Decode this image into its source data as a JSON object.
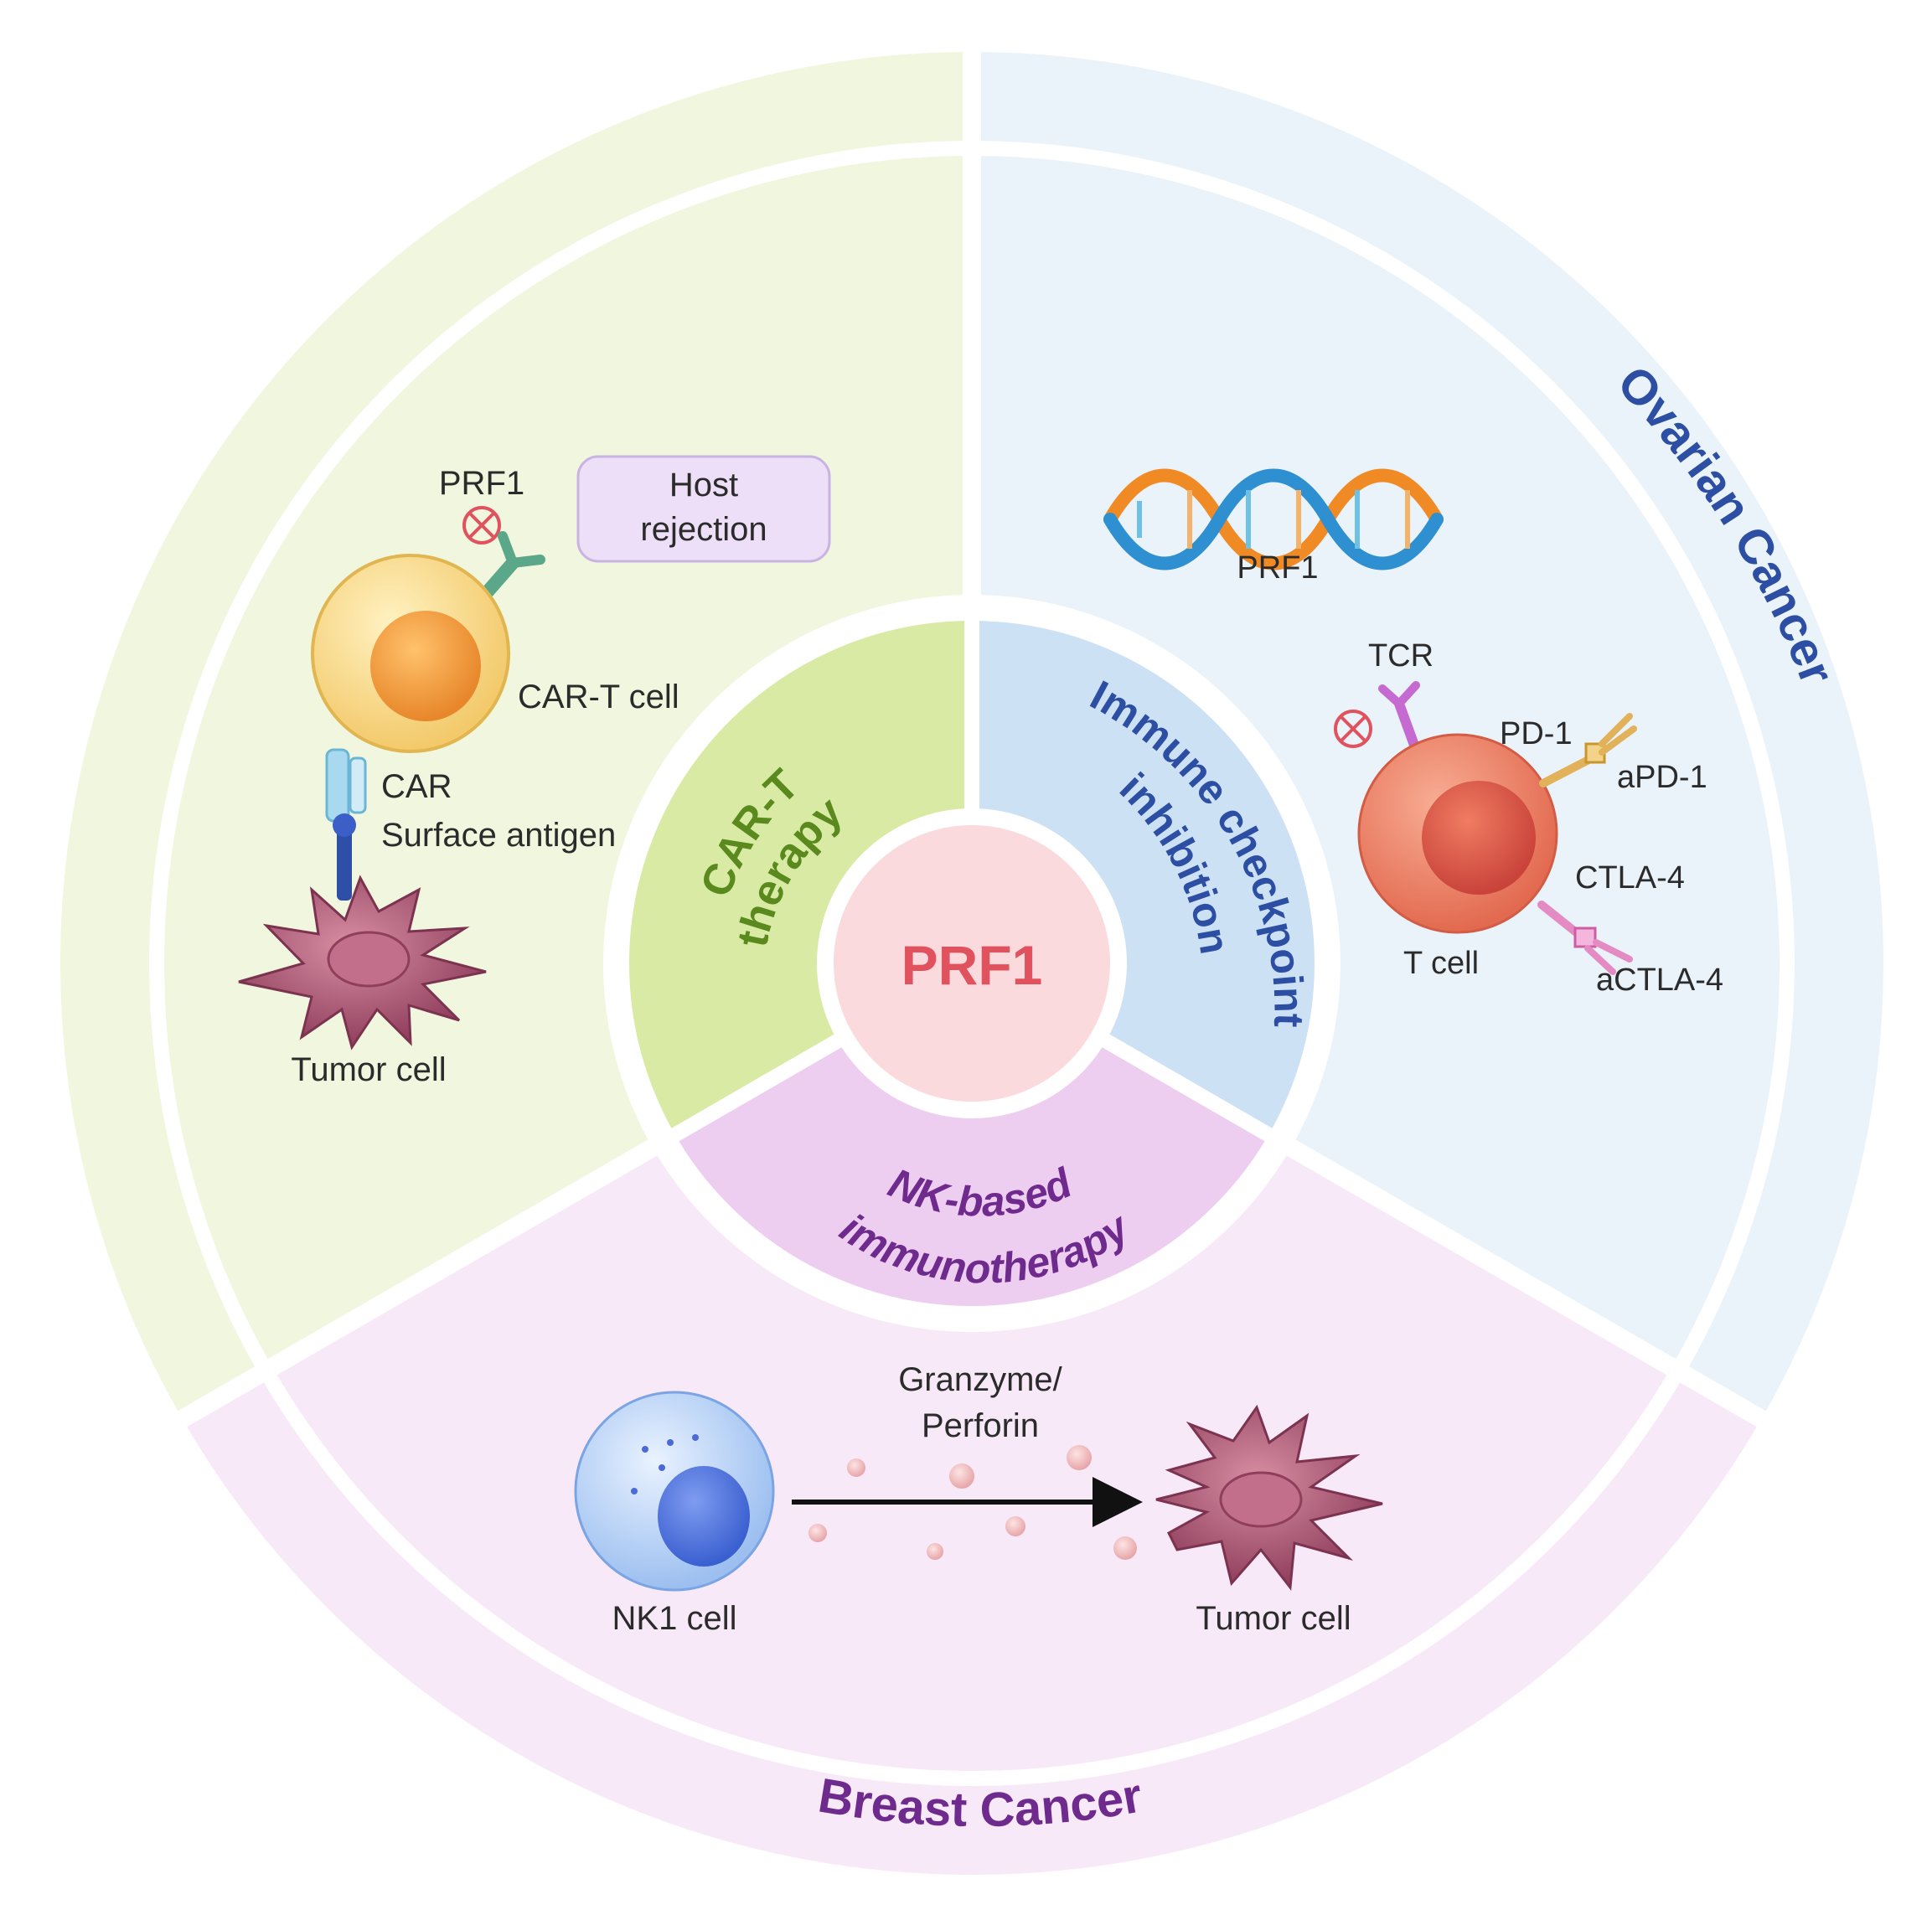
{
  "center": {
    "label": "PRF1"
  },
  "therapies": {
    "cart_line1": "CAR-T",
    "cart_line2": "therapy",
    "ici_line1": "Immune checkpoint",
    "ici_line2": "inhibition",
    "nk_line1": "NK-based",
    "nk_line2": "immunotherapy"
  },
  "cancers": {
    "ovarian": "Ovarian Cancer",
    "breast": "Breast Cancer"
  },
  "cart_panel": {
    "prf1": "PRF1",
    "host_line1": "Host",
    "host_line2": "rejection",
    "cart_cell": "CAR-T cell",
    "car": "CAR",
    "surface_antigen": "Surface antigen",
    "tumor_cell": "Tumor cell"
  },
  "ici_panel": {
    "prf1": "PRF1",
    "tcr": "TCR",
    "pd1": "PD-1",
    "apd1": "aPD-1",
    "ctla4": "CTLA-4",
    "t_cell": "T cell",
    "actla4": "aCTLA-4"
  },
  "nk_panel": {
    "granzyme": "Granzyme/",
    "perforin": "Perforin",
    "nk_cell": "NK1 cell",
    "tumor_cell": "Tumor cell"
  },
  "colors": {
    "green_bg": "#f1f6de",
    "blue_bg": "#eaf2fa",
    "pink_bg": "#f8e9f8",
    "green_inner": "#d9eaa5",
    "blue_inner": "#cde1f5",
    "purple_inner": "#edcdf0",
    "center_fill": "#fadadd",
    "center_text": "#e0525e",
    "green_text": "#5a8a1e",
    "blue_text": "#2d4fa3",
    "purple_text": "#6e2a8c"
  }
}
